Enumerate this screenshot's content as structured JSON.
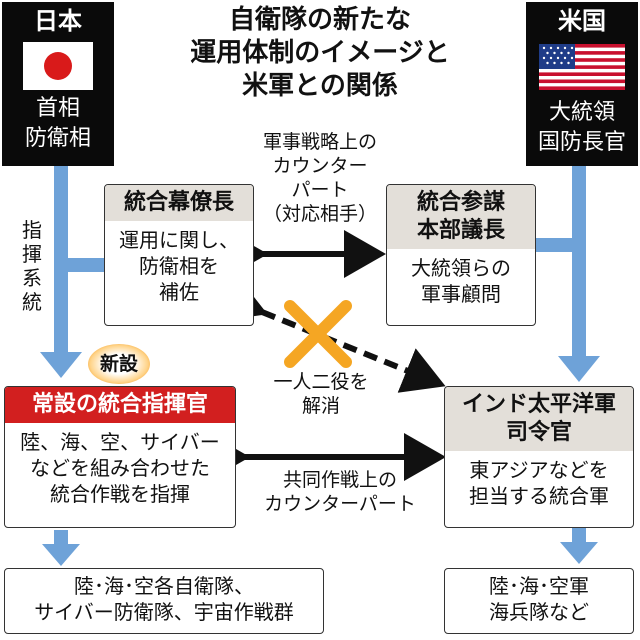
{
  "title": [
    "自衛隊の新たな",
    "運用体制のイメージと",
    "米軍との関係"
  ],
  "japan": {
    "country": "日本",
    "roles": [
      "首相",
      "防衛相"
    ],
    "flag_icon": "japan-flag"
  },
  "us": {
    "country": "米国",
    "roles": [
      "大統領",
      "国防長官"
    ],
    "flag_icon": "us-flag"
  },
  "chain_label": "指揮系統",
  "jsoc": {
    "title": "統合幕僚長",
    "desc": [
      "運用に関し、",
      "防衛相を",
      "補佐"
    ]
  },
  "cjcs": {
    "title": [
      "統合参謀",
      "本部議長"
    ],
    "desc": [
      "大統領らの",
      "軍事顧問"
    ]
  },
  "counterpart_label_1": [
    "軍事戦略上の",
    "カウンター",
    "パート",
    "（対応相手）"
  ],
  "new_badge": "新設",
  "jjoc": {
    "title": "常設の統合指揮官",
    "desc": [
      "陸、海、空、サイバー",
      "などを組み合わせた",
      "統合作戦を指揮"
    ]
  },
  "indopacom": {
    "title": [
      "インド太平洋軍",
      "司令官"
    ],
    "desc": [
      "東アジアなどを",
      "担当する統合軍"
    ]
  },
  "dual_role_label": [
    "一人二役を",
    "解消"
  ],
  "counterpart_label_2": [
    "共同作戦上の",
    "カウンターパート"
  ],
  "jp_forces": [
    "陸･海･空各自衛隊、",
    "サイバー防衛隊、宇宙作戦群"
  ],
  "us_forces": [
    "陸･海･空軍",
    "海兵隊など"
  ],
  "colors": {
    "arrow_blue": "#6ea2d8",
    "x_orange": "#f5a623",
    "header_red": "#d21f1f",
    "header_gray": "#e3dfd9",
    "flag_red": "#d91a1a"
  }
}
